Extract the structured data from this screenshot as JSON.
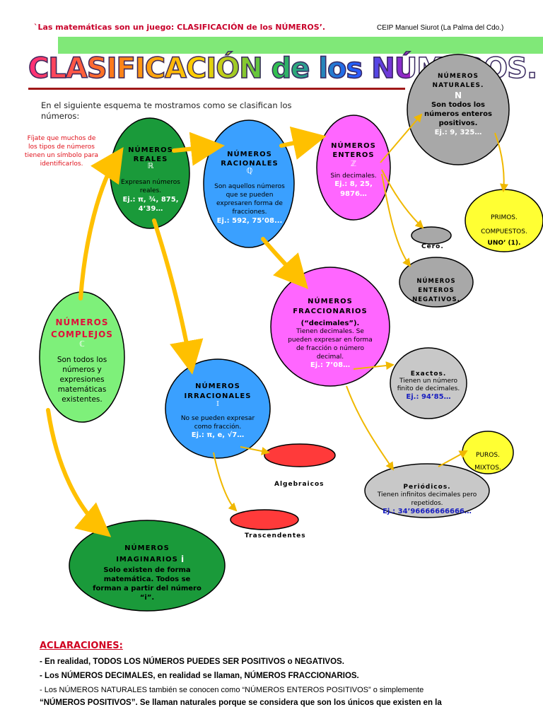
{
  "header": {
    "left": "`Las matemáticas son un juego: CLASIFICACIÓN de los NÚMEROS’.",
    "right": "CEIP Manuel Siurot (La Palma del Cdo.)"
  },
  "title": "CLASIFICACIÓN de los NÚMEROS.",
  "intro": "En el siguiente esquema te mostramos como se clasifican los números:",
  "note": "Fíjate que muchos de los tipos de números tienen un símbolo para identificarlos.",
  "nodes": {
    "complejos": {
      "title": "NÚMEROS COMPLEJOS",
      "symbol": "ℂ",
      "desc": "Son todos los números y expresiones matemáticas existentes."
    },
    "reales": {
      "title": "NÚMEROS REALES",
      "symbol": "ℝ",
      "desc": "Expresan números reales.",
      "ex": "Ej.: π, ¾, 875, 4’39…"
    },
    "racionales": {
      "title": "NÚMEROS RACIONALES",
      "symbol": "ℚ",
      "desc": "Son aquellos números que se pueden expresaren forma de fracciones.",
      "ex": "Ej.: 592, 75’08..."
    },
    "enteros": {
      "title": "NÚMEROS ENTEROS",
      "symbol": "ℤ",
      "desc": "Sin decimales.",
      "ex": "Ej.: 8, 25, 9876…"
    },
    "naturales": {
      "title": "NÚMEROS NATURALES.",
      "symbol": "N",
      "desc": "Son todos los números enteros positivos.",
      "ex": "Ej.: 9, 325…"
    },
    "primos": {
      "l1": "PRIMOS.",
      "l2": "COMPUESTOS.",
      "l3": "UNO’ (1)."
    },
    "cero": {
      "label": "Cero."
    },
    "negativos": {
      "title": "NÚMEROS ENTEROS NEGATIVOS."
    },
    "fraccionarios": {
      "title": "NÚMEROS FRACCIONARIOS",
      "quote": "(“decimales”).",
      "desc": "Tienen decimales. Se pueden expresar en forma de fracción o número decimal.",
      "ex": "Ej.: 7’08…"
    },
    "exactos": {
      "title": "Exactos.",
      "desc": "Tienen un número finito de decimales.",
      "ex": "Ej.: 94’85…"
    },
    "periodicos": {
      "title": "Periódicos.",
      "desc": "Tienen infinitos decimales pero repetidos.",
      "ex": "Ej.: 34’96666666666…"
    },
    "puros": {
      "l1": "PUROS.",
      "l2": "MIXTOS."
    },
    "irracionales": {
      "title": "NÚMEROS IRRACIONALES",
      "symbol": "𝕀",
      "desc": "No se pueden expresar como fracción.",
      "ex": "Ej.: π, e, √7…"
    },
    "algebraicos": {
      "label": "Algebraicos"
    },
    "trascendentes": {
      "label": "Trascendentes"
    },
    "imaginarios": {
      "title": "NÚMEROS IMAGINARIOS",
      "symbol": "i",
      "desc": "Solo existen de forma matemática. Todos se forman a partir del número “i”."
    }
  },
  "aclaraciones": {
    "title": "ACLARACIONES:",
    "items": [
      "- En realidad, TODOS LOS NÚMEROS PUEDES SER POSITIVOS o NEGATIVOS.",
      "- Los NÚMEROS DECIMALES, en realidad se llaman, NÚMEROS FRACCIONARIOS.",
      "- Los NÚMEROS NATURALES también se conocen como “NÚMEROS ENTEROS POSITIVOS” o simplemente",
      "“NÚMEROS POSITIVOS”. Se llaman naturales porque se considera que son los únicos que existen en la"
    ]
  },
  "colors": {
    "arrow": "#ffc000",
    "green": "#1a9a3a",
    "lightgreen": "#7ef07a",
    "blue": "#3aa0ff",
    "magenta": "#ff66ff",
    "grey": "#a8a8a8",
    "lightgrey": "#c8c8c8",
    "yellow": "#ffff33",
    "red": "#ff3a3a"
  }
}
